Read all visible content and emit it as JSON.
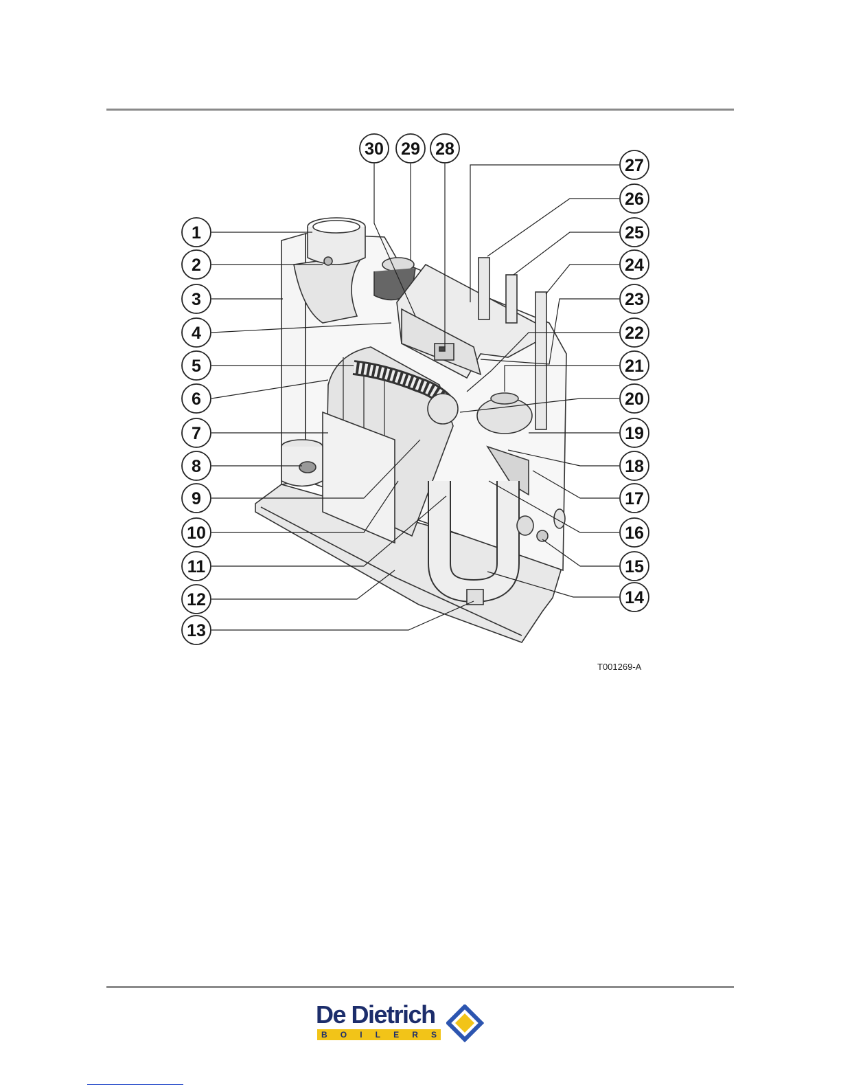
{
  "figure": {
    "reference_code": "T001269-A",
    "callouts": [
      {
        "num": "1"
      },
      {
        "num": "2"
      },
      {
        "num": "3"
      },
      {
        "num": "4"
      },
      {
        "num": "5"
      },
      {
        "num": "6"
      },
      {
        "num": "7"
      },
      {
        "num": "8"
      },
      {
        "num": "9"
      },
      {
        "num": "10"
      },
      {
        "num": "11"
      },
      {
        "num": "12"
      },
      {
        "num": "13"
      },
      {
        "num": "14"
      },
      {
        "num": "15"
      },
      {
        "num": "16"
      },
      {
        "num": "17"
      },
      {
        "num": "18"
      },
      {
        "num": "19"
      },
      {
        "num": "20"
      },
      {
        "num": "21"
      },
      {
        "num": "22"
      },
      {
        "num": "23"
      },
      {
        "num": "24"
      },
      {
        "num": "25"
      },
      {
        "num": "26"
      },
      {
        "num": "27"
      },
      {
        "num": "28"
      },
      {
        "num": "29"
      },
      {
        "num": "30"
      }
    ]
  },
  "footer": {
    "brand": "De Dietrich",
    "brand_sub": "BOILERS",
    "brand_colors": {
      "navy": "#1c2d6b",
      "yellow": "#f2c418"
    }
  }
}
